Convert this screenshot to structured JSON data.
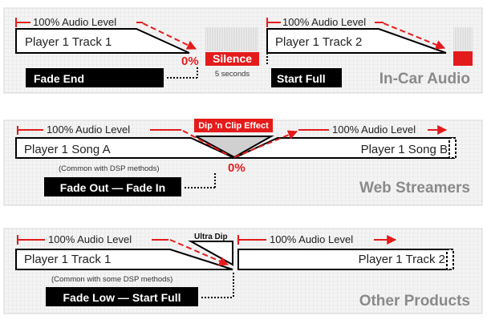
{
  "colors": {
    "accent_red": "#e41b1b",
    "black": "#000000",
    "panel_bg": "#f5f5f5",
    "label_gray": "#8a8a8a"
  },
  "panels": [
    {
      "section_label": "In-Car Audio",
      "level_label_left": "100%  Audio Level",
      "level_label_right": "100%  Audio Level",
      "track_left": "Player 1 Track 1",
      "track_right": "Player 1 Track 2",
      "zero_label": "0%",
      "silence_label": "Silence",
      "silence_duration": "5 seconds",
      "fade_end_label": "Fade End",
      "start_full_label": "Start Full"
    },
    {
      "section_label": "Web Streamers",
      "level_label_left": "100%  Audio Level",
      "level_label_right": "100%  Audio Level",
      "track_left": "Player 1  Song A",
      "track_right": "Player 1  Song B",
      "effect_label": "Dip 'n Clip Effect",
      "zero_label": "0%",
      "note": "(Common with DSP methods)",
      "fade_label": "Fade Out — Fade In"
    },
    {
      "section_label": "Other Products",
      "level_label_left": "100%  Audio Level",
      "level_label_right": "100%  Audio Level",
      "track_left": "Player 1 Track 1",
      "track_right": "Player 1 Track 2",
      "ultra_dip_label": "Ultra Dip",
      "note": "(Common with some DSP methods)",
      "fade_label": "Fade Low — Start Full"
    }
  ]
}
